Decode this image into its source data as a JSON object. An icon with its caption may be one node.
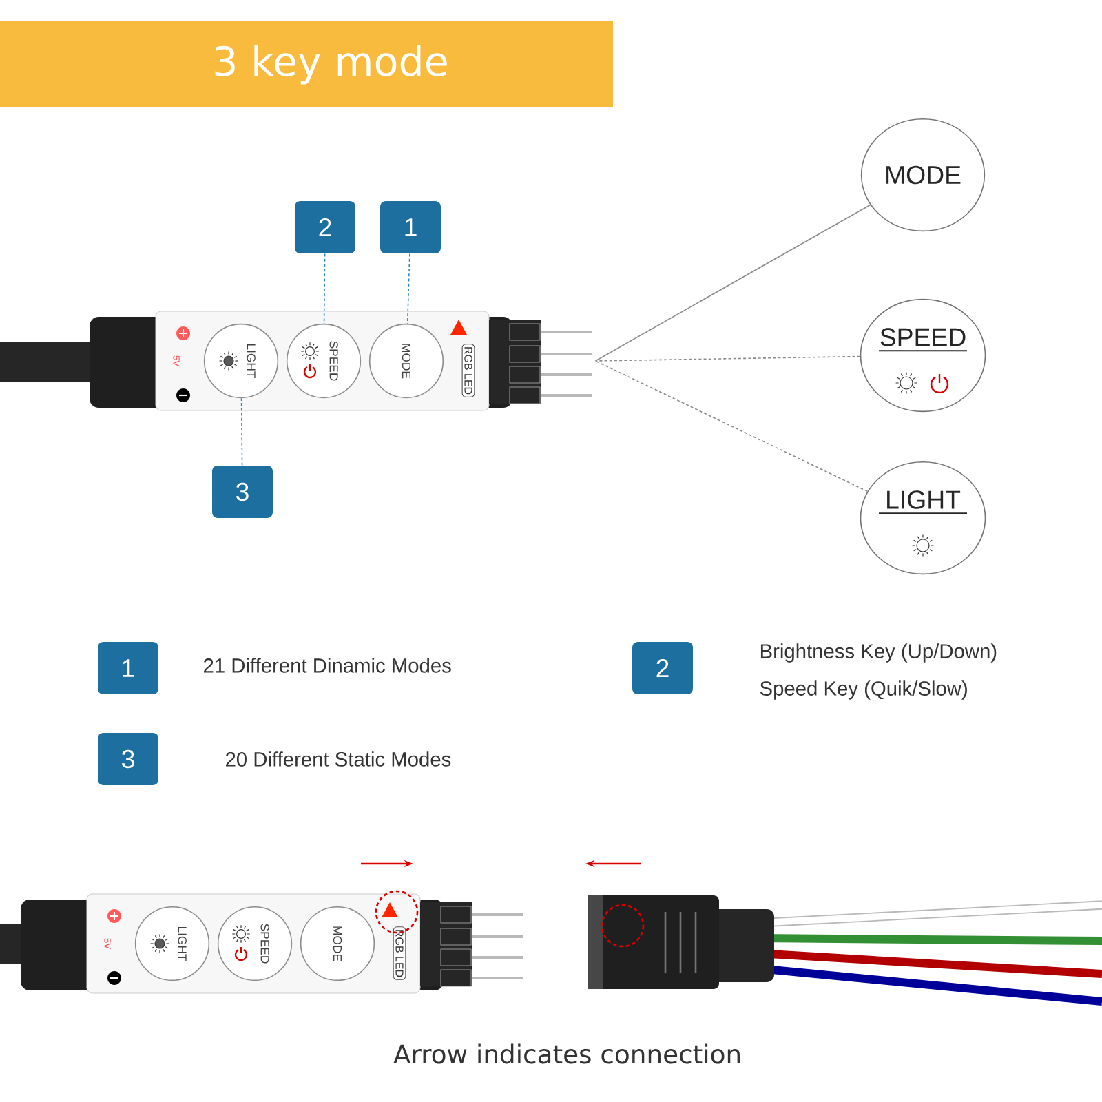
{
  "diagram": {
    "title": "3 key mode",
    "caption": "Arrow indicates connection",
    "nodes": [
      {
        "text": [],
        "shape": "picture"
      },
      {
        "text": [
          "2"
        ]
      },
      {
        "text": [
          "1"
        ]
      },
      {
        "text": [
          "3"
        ]
      },
      {
        "text": [
          "LIGHT"
        ],
        "in": 0
      },
      {
        "text": [
          "SPEED"
        ],
        "in": 0
      },
      {
        "text": [
          "MODE"
        ],
        "in": 0
      },
      {
        "text": [
          "MODE"
        ]
      },
      {
        "text": [
          "SPEED"
        ]
      },
      {
        "text": [
          "LIGHT"
        ]
      },
      {
        "text": [
          "1"
        ],
        "beside": [
          "21 Different Dinamic Modes"
        ]
      },
      {
        "text": [
          "2"
        ],
        "beside": [
          "Brightness Key (Up/Down)",
          "Speed Key (Quik/Slow)"
        ]
      },
      {
        "text": [
          "3"
        ],
        "beside": [
          "20 Different Static Modes"
        ]
      },
      {
        "text": [],
        "shape": "picture"
      },
      {
        "text": [
          "LIGHT"
        ],
        "in": 13
      },
      {
        "text": [
          "SPEED"
        ],
        "in": 13
      },
      {
        "text": [
          "MODE"
        ],
        "in": 13
      },
      {
        "text": [],
        "shape": "picture"
      }
    ],
    "edges": [
      {
        "from": 1,
        "to": 5,
        "arrow": "none",
        "style": "dashed",
        "color": "#2f86c4"
      },
      {
        "from": 2,
        "to": 6,
        "arrow": "none",
        "style": "dashed",
        "color": "#2f86c4"
      },
      {
        "from": 3,
        "to": 4,
        "arrow": "none",
        "style": "dashed",
        "color": "#2f86c4"
      },
      {
        "from": 7,
        "to": 0,
        "arrow": "none",
        "color": "#8a8a8a"
      },
      {
        "from": 8,
        "to": 0,
        "arrow": "none",
        "style": "dashed",
        "color": "#8a8a8a"
      },
      {
        "from": 9,
        "to": 0,
        "arrow": "none",
        "style": "dashed",
        "color": "#8a8a8a"
      }
    ],
    "labels": [
      "5V",
      "RGB LED",
      "5V",
      "RGB LED"
    ]
  }
}
